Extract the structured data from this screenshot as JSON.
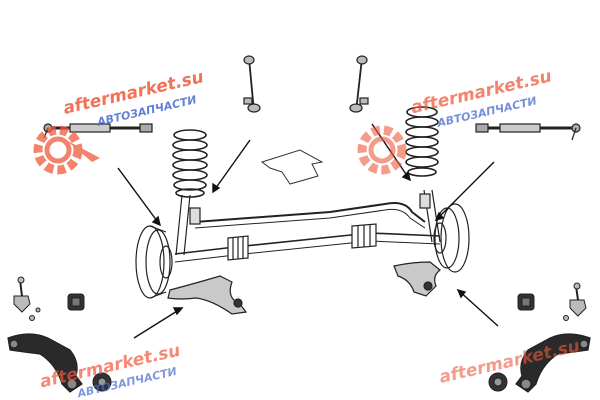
{
  "watermark": {
    "domain": "aftermarket.su",
    "subtitle": "АВТОЗАПЧАСТИ",
    "brand_color": "#ef5a3c",
    "subtitle_color": "#4a6ad0"
  },
  "diagram": {
    "subject": "rear-axle-suspension-kit",
    "parts": [
      "stabilizer-link-left",
      "stabilizer-link-right",
      "tie-rod-left",
      "tie-rod-right",
      "coil-spring-left",
      "coil-spring-right",
      "control-arm-left",
      "control-arm-right",
      "ball-joint-left",
      "ball-joint-right",
      "bushing-left",
      "bushing-right",
      "arm-bushing-left",
      "arm-bushing-right"
    ]
  }
}
